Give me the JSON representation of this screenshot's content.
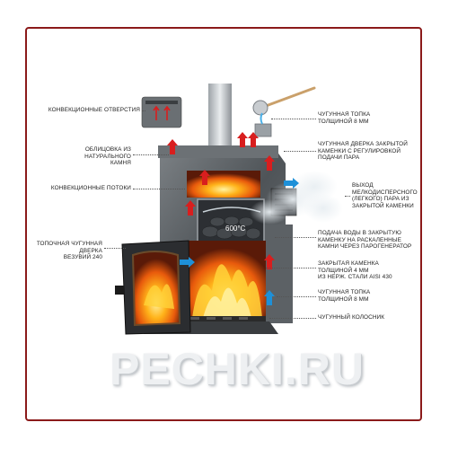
{
  "labels": {
    "convection_holes": "Конвекционные отверстия",
    "cladding": "Облицовка из натурального\nкамня",
    "convection_flows": "Конвекционные потоки",
    "firebox_door": "Топочная чугунная дверка\nВезувий 240",
    "cast_iron_top": "Чугунная топка\nтолщиной 8 мм",
    "steam_door": "Чугунная дверка закрытой\nкаменки с регулировкой\nподачи пара",
    "steam_outlet": "Выход\nмелкодисперсного\n(легкого) пара из\nзакрытой каменки",
    "water_feed": "Подача воды в закрытую\nкаменку на раскаленные\nкамни через парогенератор",
    "closed_heater": "Закрытая каменка\nтолщиной 4 мм\nиз нерж. стали AISI 430",
    "cast_iron_firebox": "Чугунная топка\nтолщиной 8 мм",
    "grate": "Чугунный колосник"
  },
  "temperature": "600°C",
  "watermark": "PECHKI.RU",
  "colors": {
    "frame": "#8b1a1a",
    "arrow_hot": "#d81e1e",
    "arrow_cold": "#1e90d8",
    "stone": "#5a5f63"
  }
}
